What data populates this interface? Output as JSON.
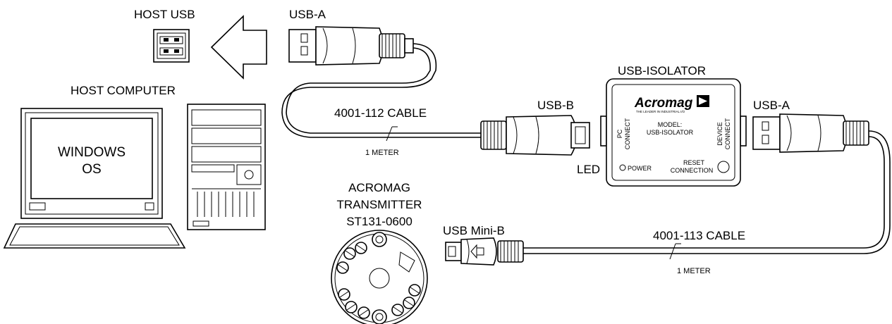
{
  "labels": {
    "host_usb": "HOST USB",
    "usb_a_top": "USB-A",
    "host_computer": "HOST COMPUTER",
    "windows": "WINDOWS",
    "os": "OS",
    "cable_112": "4001-112 CABLE",
    "meter_top": "1 METER",
    "usb_b": "USB-B",
    "usb_isolator": "USB-ISOLATOR",
    "usb_a_right": "USB-A",
    "led": "LED",
    "transmitter_line1": "ACROMAG",
    "transmitter_line2": "TRANSMITTER",
    "transmitter_line3": "ST131-0600",
    "usb_mini_b": "USB Mini-B",
    "cable_113": "4001-113 CABLE",
    "meter_bottom": "1 METER"
  },
  "isolator": {
    "brand": "Acromag",
    "tagline": "THE LEADER IN INDUSTRIAL I/O",
    "model_line1": "MODEL:",
    "model_line2": "USB-ISOLATOR",
    "pc_line1": "PC",
    "pc_line2": "CONNECT",
    "device_line1": "DEVICE",
    "device_line2": "CONNECT",
    "power": "POWER",
    "reset_line1": "RESET",
    "reset_line2": "CONNECTION"
  }
}
